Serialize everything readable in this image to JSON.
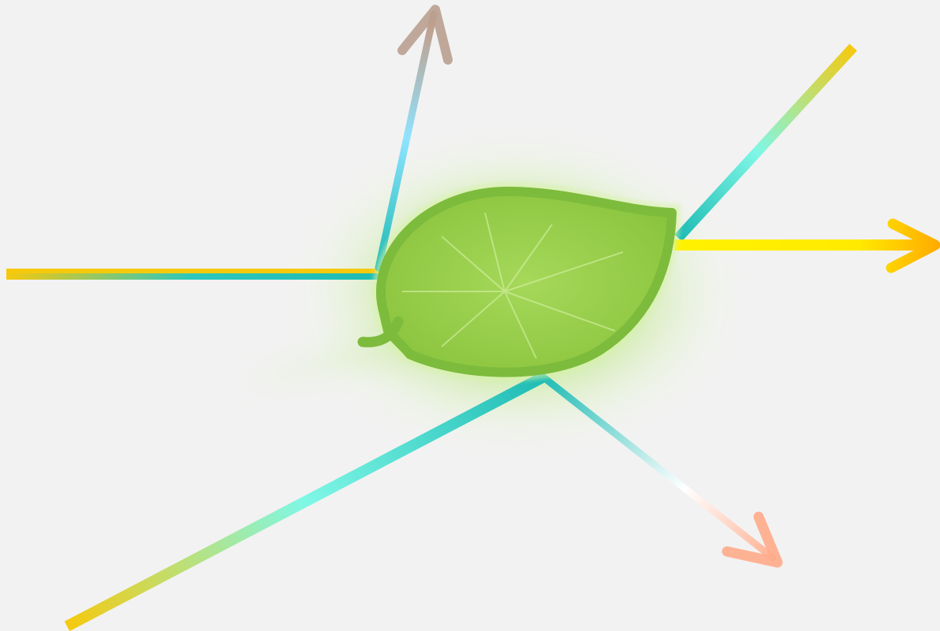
{
  "background_color": "#f2f2f2",
  "icon": {
    "name": "leaf-icon",
    "fill_color": "#8cc63f",
    "outline_color": "#7dbb3c",
    "glow_color": "#9be15d"
  },
  "rays": [
    {
      "name": "incoming-ray",
      "gradient": [
        "#f6c90e",
        "#1dbbb4"
      ]
    },
    {
      "name": "ray-up-arrow",
      "gradient": [
        "#1dbbb4",
        "#8fe3ff",
        "#c9957c"
      ]
    },
    {
      "name": "ray-upper-right-line",
      "gradient": [
        "#1dbbb4",
        "#7ff7e6",
        "#f6c90e"
      ]
    },
    {
      "name": "ray-right-arrow",
      "gradient": [
        "#fff200",
        "#ffd400",
        "#ffab00"
      ]
    },
    {
      "name": "ray-lower-left-line",
      "gradient": [
        "#1dbbb4",
        "#7ff7e6",
        "#f6c90e"
      ]
    },
    {
      "name": "ray-lower-right-arrow",
      "gradient": [
        "#1dbbb4",
        "#ffffff",
        "#ffab8a"
      ]
    }
  ]
}
